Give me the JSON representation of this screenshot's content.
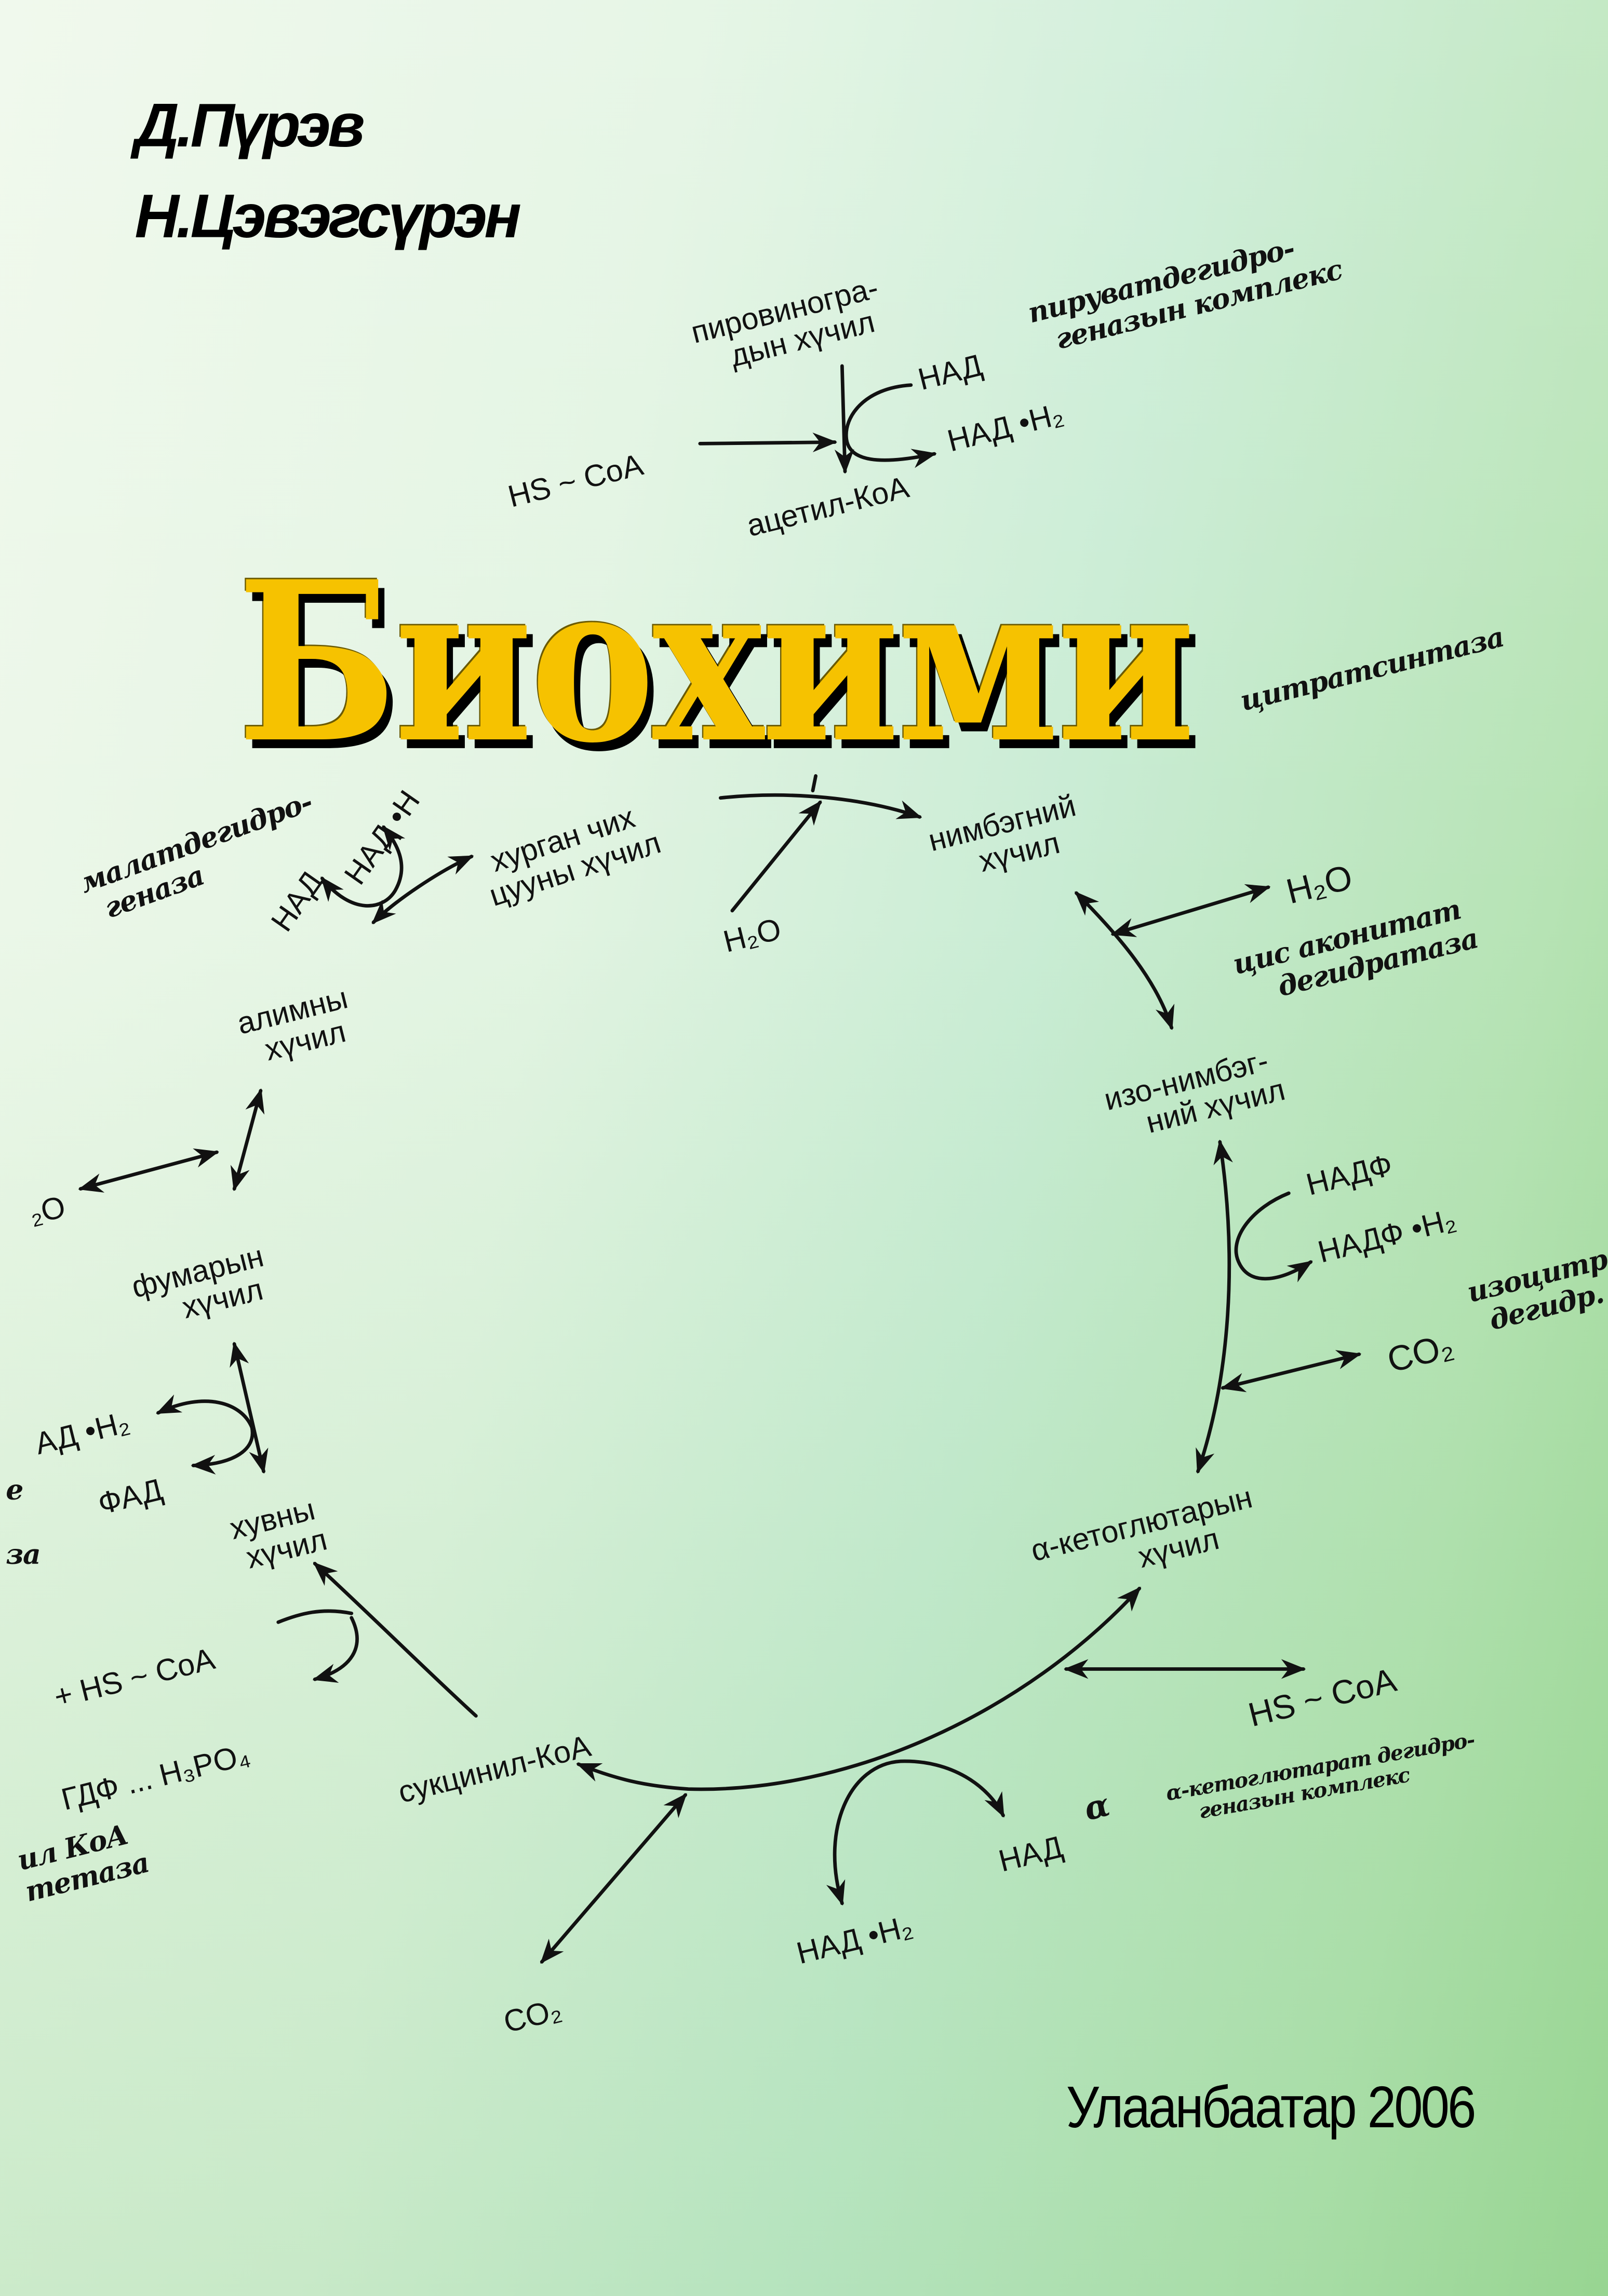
{
  "book": {
    "authors": [
      "Д.Пүрэв",
      "Н.Цэвэгсүрэн"
    ],
    "title": "Биохими",
    "imprint": "Улаанбаатар 2006"
  },
  "diagram": {
    "pyruvic_1": "пировиногра-",
    "pyruvic_2": "дын хүчил",
    "pdh_1": "пируватдегидро-",
    "pdh_2": "геназын комплекс",
    "nad_top": "НАД",
    "nadh_top": "НАД •H₂",
    "hscoa_top": "HS ~ CoA",
    "acetyl_coa": "ацетил-КоА",
    "citrate_synthase": "цитратсинтаза",
    "oxaloacetic_1": "хурган чих",
    "oxaloacetic_2": "цууны хүчил",
    "h2o_citrate": "H₂O",
    "citric_1": "нимбэгний",
    "citric_2": "хүчил",
    "h2o_aconitase": "H₂O",
    "aconitase_1": "цис аконитат",
    "aconitase_2": "дегидратаза",
    "isocitric_1": "изо-нимбэг-",
    "isocitric_2": "ний хүчил",
    "nadp": "НАДФ",
    "nadph": "НАДФ •H₂",
    "idh_1": "изоцитрат",
    "idh_2": "дегидр.",
    "co2_idh": "CO₂",
    "akg_1": "α-кетоглютарын",
    "akg_2": "хүчил",
    "hscoa_akg": "HS ~ CoA",
    "akgdh_1": "α-кетоглютарат дегидро-",
    "akgdh_2": "геназын комплекс",
    "nad_akg": "НАД",
    "alpha_akg": "α",
    "nadh_akg": "НАД •H₂",
    "co2_akg": "CO₂",
    "succinyl_coa": "сукцинил-КоА",
    "hscoa_sc": "+ HS ~ CoA",
    "gdp_sc": "ГДФ ... H₃PO₄",
    "scs_1": "ил КоА",
    "scs_2": "тетаза",
    "succinic_1": "хувны",
    "succinic_2": "хүчил",
    "fadh2": "АД •H₂",
    "fad": "ФАД",
    "sdh_1": "е",
    "sdh_2": "за",
    "fumaric_1": "фумарын",
    "fumaric_2": "хүчил",
    "h2o_fumarase": "₂O",
    "malic_1": "алимны",
    "malic_2": "хүчил",
    "nad_mdh": "НАД",
    "nadh_mdh": "НАД •H",
    "mdh_1": "малатдегидро-",
    "mdh_2": "геназа"
  },
  "colors": {
    "title_fill": "#f6c200",
    "title_shadow": "#000000",
    "background_light": "#eef8ea",
    "background_dark": "#a2d99a"
  }
}
